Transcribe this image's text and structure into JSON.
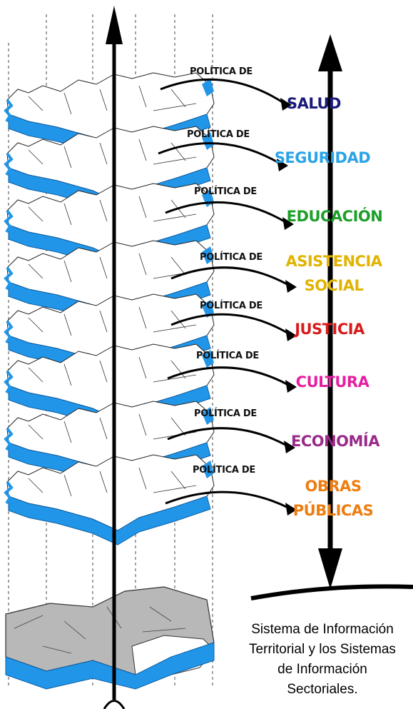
{
  "policy_prefix": "POLÍTICA DE",
  "sectors": [
    {
      "lines": [
        "SALUD"
      ],
      "color": "#1a1a7a"
    },
    {
      "lines": [
        "SEGURIDAD"
      ],
      "color": "#2aa3e8"
    },
    {
      "lines": [
        "EDUCACIÓN"
      ],
      "color": "#1e9e2a"
    },
    {
      "lines": [
        "ASISTENCIA",
        "SOCIAL"
      ],
      "color": "#e0b400"
    },
    {
      "lines": [
        "JUSTICIA"
      ],
      "color": "#d81a1a"
    },
    {
      "lines": [
        "CULTURA"
      ],
      "color": "#e51fa0"
    },
    {
      "lines": [
        "ECONOMÍA"
      ],
      "color": "#9a2b8a"
    },
    {
      "lines": [
        "OBRAS",
        "PÚBLICAS"
      ],
      "color": "#ee7d10"
    }
  ],
  "caption": {
    "line1": "Sistema de Información",
    "line2": "Territorial y los Sistemas",
    "line3": "de Información",
    "line4": "Sectoriales."
  },
  "colors": {
    "layer_blue": "#2196e8",
    "base_gray": "#b8b8b8",
    "axis": "#000000"
  }
}
